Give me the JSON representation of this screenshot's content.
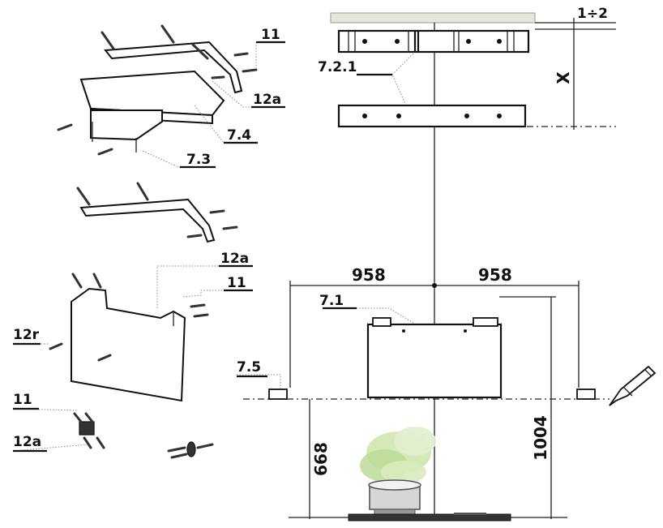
{
  "labels": {
    "part_11_top": "11",
    "part_12a_top": "12a",
    "part_7_4": "7.4",
    "part_7_3": "7.3",
    "part_12a_mid": "12a",
    "part_11_mid": "11",
    "part_12r": "12r",
    "part_11_bottom": "11",
    "part_12a_bottom": "12a",
    "part_7_2_1": "7.2.1",
    "part_7_1": "7.1",
    "part_7_5": "7.5"
  },
  "dimensions": {
    "gap": "1÷2",
    "x": "X",
    "width_left": "958",
    "width_right": "958",
    "height_668": "668",
    "height_1004": "1004"
  },
  "colors": {
    "ceiling": "#e4e8d8",
    "steam": "#cfe6b0",
    "line": "#222222"
  },
  "icons": {
    "pencil": "pencil-icon",
    "screw": "screw-icon"
  }
}
